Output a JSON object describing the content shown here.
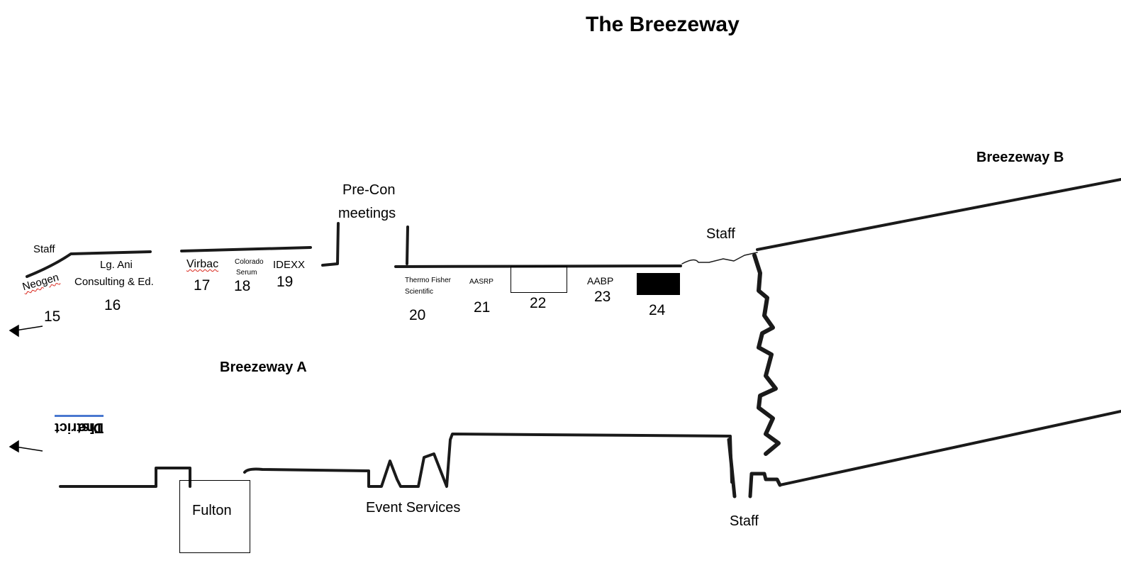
{
  "title": "The Breezeway",
  "areas": {
    "breezeway_a": "Breezeway A",
    "breezeway_b": "Breezeway B",
    "the": "The",
    "district": "District",
    "pre_con": "Pre-Con",
    "meetings": "meetings",
    "event_services": "Event Services",
    "fulton": "Fulton",
    "staff_top_left": "Staff",
    "staff_top_right": "Staff",
    "staff_bottom": "Staff"
  },
  "booths": [
    {
      "number": "15",
      "label": "Neogen"
    },
    {
      "number": "16",
      "label_line1": "Lg. Ani",
      "label_line2": "Consulting & Ed."
    },
    {
      "number": "17",
      "label": "Virbac"
    },
    {
      "number": "18",
      "label_line1": "Colorado",
      "label_line2": "Serum"
    },
    {
      "number": "19",
      "label": "IDEXX"
    },
    {
      "number": "20",
      "label_line1": "Thermo Fisher",
      "label_line2": "Scientific"
    },
    {
      "number": "21",
      "label": "AASRP"
    },
    {
      "number": "22",
      "label": ""
    },
    {
      "number": "23",
      "label": "AABP"
    },
    {
      "number": "24",
      "label": ""
    }
  ],
  "colors": {
    "ink": "#1a1a1a",
    "spellcheck": "#d9261c",
    "underline_blue": "#4a78d0"
  }
}
